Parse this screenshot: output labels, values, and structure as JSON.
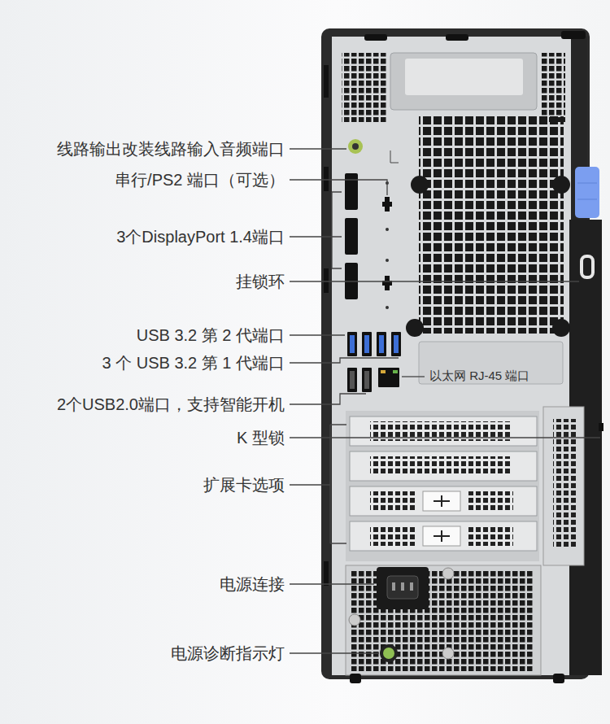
{
  "diagram": {
    "labels": [
      "线路输出改装线路输入音频端口",
      "串行/PS2 端口（可选）",
      "3个DisplayPort 1.4端口",
      "挂锁环",
      "USB 3.2 第 2 代端口",
      "3 个 USB 3.2 第 1 代端口",
      "以太网 RJ-45 端口",
      "2个USB2.0端口，支持智能开机",
      "K 型锁",
      "扩展卡选项",
      "电源连接",
      "电源诊断指示灯"
    ]
  }
}
